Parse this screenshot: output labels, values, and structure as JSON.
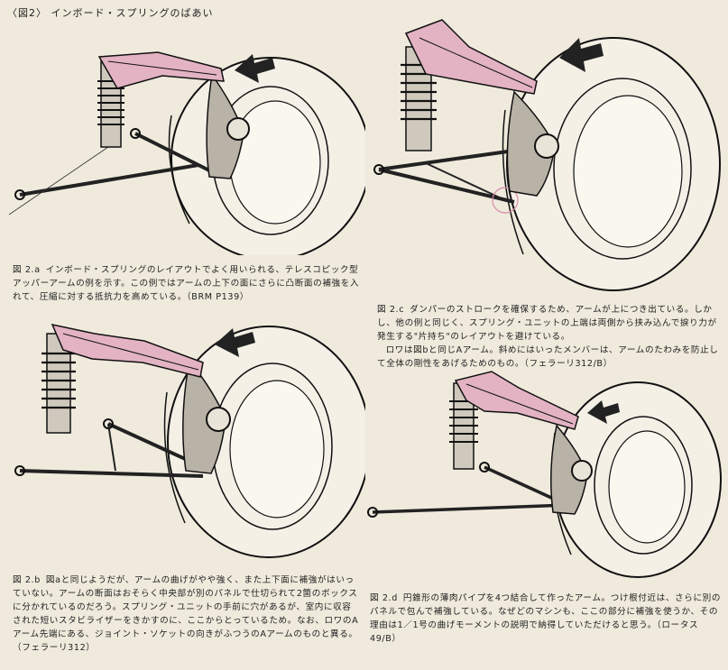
{
  "header": {
    "title": "〈図2〉 インボード・スプリングのばあい"
  },
  "figures": [
    {
      "id": "2a",
      "label": "図 2.a",
      "paragraphs": [
        "インボード・スプリングのレイアウトでよく用いられる、テレスコピック型アッパーアームの例を示す。この例ではアームの上下の面にさらに凸断面の補強を入れて、圧縮に対する抵抗力を高めている。（BRM P139）"
      ]
    },
    {
      "id": "2c",
      "label": "図 2.c",
      "paragraphs": [
        "ダンパーのストロークを確保するため、アームが上につき出ている。しかし、他の例と同じく、スプリング・ユニットの上端は両側から挟み込んで捩り力が発生する\"片持ち\"のレイアウトを避けている。",
        "ロワは図bと同じAアーム。斜めにはいったメンバーは、アームのたわみを防止して全体の剛性をあげるためのもの。（フェラーリ312/B）"
      ]
    },
    {
      "id": "2b",
      "label": "図 2.b",
      "paragraphs": [
        "図aと同じようだが、アームの曲げがやや強く、また上下面に補強がはいっていない。アームの断面はおそらく中央部が別のパネルで仕切られて2箇のボックスに分かれているのだろう。スプリング・ユニットの手前に穴があるが、室内に収容された短いスタビライザーをきかすのに、ここからとっているため。なお、ロワのAアーム先端にある、ジョイント・ソケットの向きがふつうのAアームのものと異る。（フェラーリ312）"
      ]
    },
    {
      "id": "2d",
      "label": "図 2.d",
      "paragraphs": [
        "円錐形の薄肉パイプを4つ結合して作ったアーム。つけ根付近は、さらに別のパネルで包んで補強している。なぜどのマシンも、ここの部分に補強を使うか、その理由は1／1号の曲げモーメントの説明で納得していただけると思う。（ロータス49/B）"
      ]
    }
  ],
  "colors": {
    "paper": "#efeadc",
    "ink": "#1d1d1d",
    "arm_pink": "#e3b3c3",
    "upright": "#b9b2a6"
  },
  "icons": [
    "direction-arrow-icon"
  ]
}
